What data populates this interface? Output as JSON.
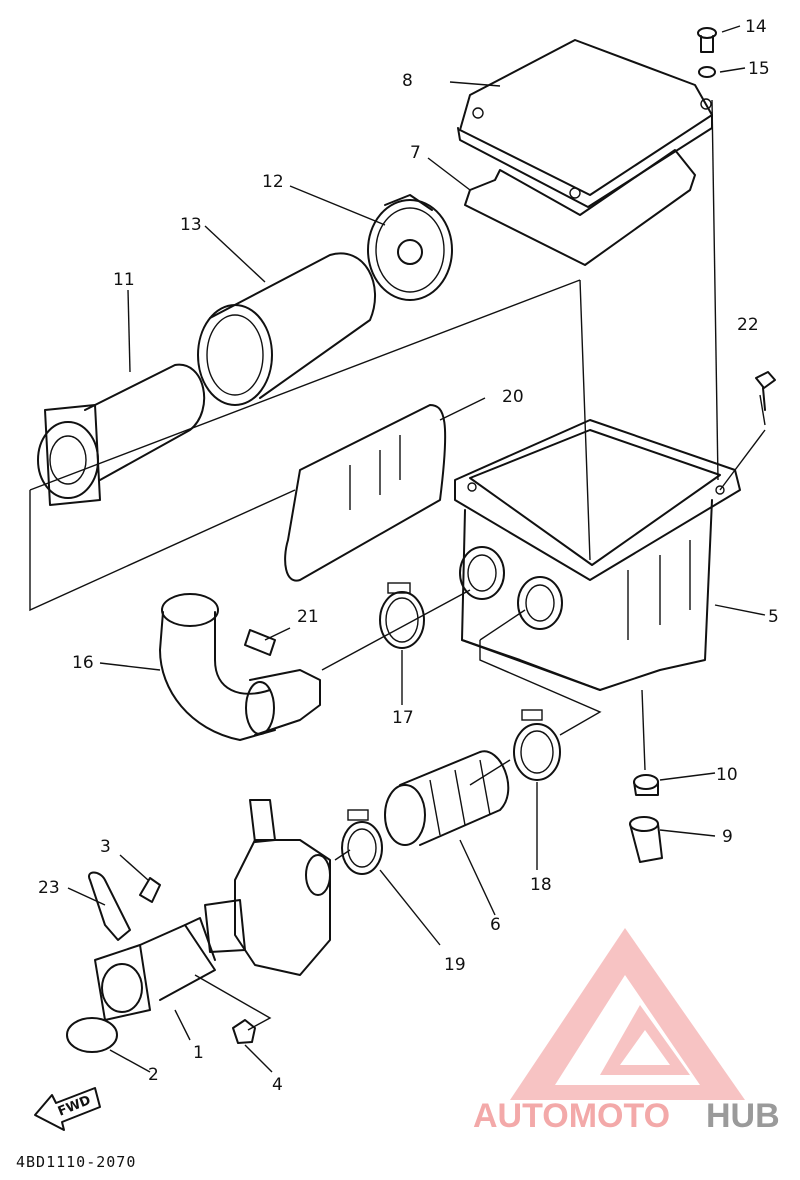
{
  "callouts": [
    {
      "id": "1",
      "label": "1"
    },
    {
      "id": "2",
      "label": "2"
    },
    {
      "id": "3",
      "label": "3"
    },
    {
      "id": "4",
      "label": "4"
    },
    {
      "id": "5",
      "label": "5"
    },
    {
      "id": "6",
      "label": "6"
    },
    {
      "id": "7",
      "label": "7"
    },
    {
      "id": "8",
      "label": "8"
    },
    {
      "id": "9",
      "label": "9"
    },
    {
      "id": "10",
      "label": "10"
    },
    {
      "id": "11",
      "label": "11"
    },
    {
      "id": "12",
      "label": "12"
    },
    {
      "id": "13",
      "label": "13"
    },
    {
      "id": "14",
      "label": "14"
    },
    {
      "id": "15",
      "label": "15"
    },
    {
      "id": "16",
      "label": "16"
    },
    {
      "id": "17",
      "label": "17"
    },
    {
      "id": "18",
      "label": "18"
    },
    {
      "id": "19",
      "label": "19"
    },
    {
      "id": "20",
      "label": "20"
    },
    {
      "id": "21",
      "label": "21"
    },
    {
      "id": "22",
      "label": "22"
    },
    {
      "id": "23",
      "label": "23"
    }
  ],
  "fwd_label": "FWD",
  "diagram_code": "4BD1110-2070",
  "watermark": {
    "part1": "AUTOMOTO",
    "part2": "HUB",
    "color_primary": "#f3a9a9",
    "color_secondary": "#9a9a9a"
  }
}
